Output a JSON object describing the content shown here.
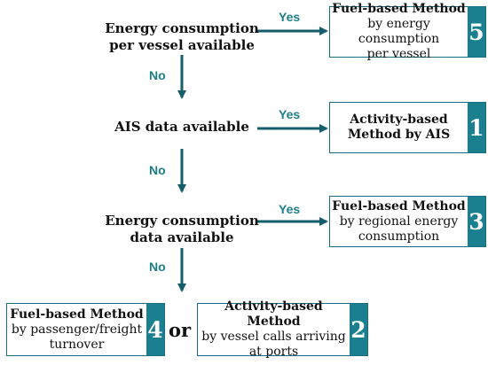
{
  "decisions": [
    {
      "line1": "Energy consumption",
      "line2": "per vessel available"
    },
    {
      "line1": "AIS data available",
      "line2": ""
    },
    {
      "line1": "Energy consumption",
      "line2": "data available"
    }
  ],
  "labels": {
    "yes": "Yes",
    "no": "No"
  },
  "methods": [
    {
      "title": "Fuel-based Method",
      "desc1": "by energy consumption",
      "desc2": "per vessel",
      "number": "5"
    },
    {
      "title": "Activity-based",
      "desc1": "Method by AIS",
      "desc2": "",
      "number": "1"
    },
    {
      "title": "Fuel-based Method",
      "desc1": "by regional energy",
      "desc2": "consumption",
      "number": "3"
    },
    {
      "title": "Fuel-based Method",
      "desc1": "by passenger/freight",
      "desc2": "turnover",
      "number": "4"
    },
    {
      "title": "Activity-based Method",
      "desc1": "by vessel calls arriving",
      "desc2": "at ports",
      "number": "2"
    }
  ],
  "connector": "or",
  "colors": {
    "accent": "#1a8090",
    "border": "#1b6d82",
    "arrow": "#145d6b",
    "label": "#1a7f8a"
  }
}
